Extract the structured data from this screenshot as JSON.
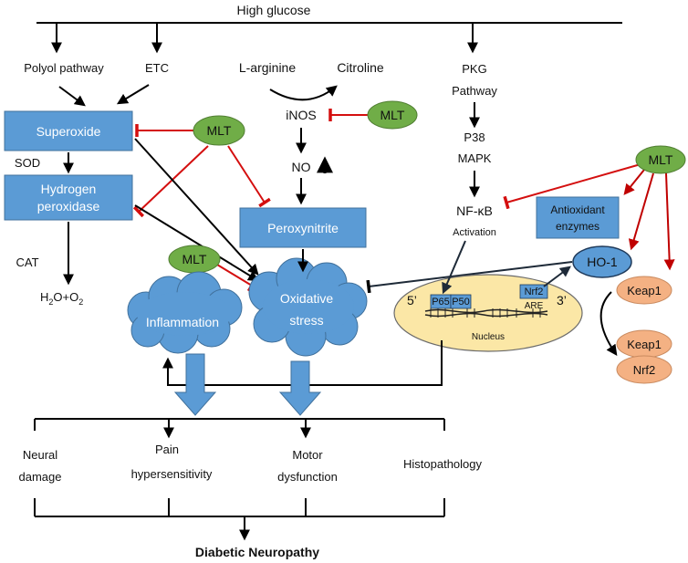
{
  "top": {
    "high_glucose": "High glucose"
  },
  "polyol": {
    "label": "Polyol pathway"
  },
  "etc": {
    "label": "ETC"
  },
  "larginine": {
    "label": "L-arginine"
  },
  "citroline": {
    "label": "Citroline"
  },
  "inos": {
    "label": "iNOS"
  },
  "no": {
    "label": "NO"
  },
  "peroxynitrite": {
    "label": "Peroxynitrite"
  },
  "pkg": {
    "line1": "PKG",
    "line2": "Pathway"
  },
  "p38": {
    "line1": "P38",
    "line2": "MAPK"
  },
  "nfkb": {
    "line1": "NF-κB",
    "line2": "Activation"
  },
  "superoxide": {
    "label": "Superoxide"
  },
  "sod": {
    "label": "SOD"
  },
  "hydrogen": {
    "line1": "Hydrogen",
    "line2": "peroxidase"
  },
  "cat": {
    "label": "CAT"
  },
  "h2o": {
    "main": "H",
    "sub1": "2",
    "mid": "O+O",
    "sub2": "2"
  },
  "mlt": {
    "label": "MLT"
  },
  "antioxidant": {
    "line1": "Antioxidant",
    "line2": "enzymes"
  },
  "ho1": {
    "label": "HO-1"
  },
  "keap1": {
    "label": "Keap1"
  },
  "nrf2": {
    "label": "Nrf2"
  },
  "inflammation": {
    "label": "Inflammation"
  },
  "oxidative": {
    "line1": "Oxidative",
    "line2": "stress"
  },
  "nucleus": {
    "label": "Nucleus",
    "five_prime": "5’",
    "three_prime": "3’",
    "p65": "P65",
    "p50": "P50",
    "nrf2": "Nrf2",
    "are": "ARE"
  },
  "outcomes": {
    "neural": [
      "Neural",
      "damage"
    ],
    "pain": [
      "Pain",
      "hypersensitivity"
    ],
    "motor": [
      "Motor",
      "dysfunction"
    ],
    "histo": "Histopathology"
  },
  "final": {
    "label": "Diabetic Neuropathy"
  },
  "colors": {
    "box_blue": "#5b9bd5",
    "mlt_green": "#70ad47",
    "inhibit_red": "#d40f0f",
    "nucleus_yellow": "#fbe7a6",
    "keap_salmon": "#f4b183"
  }
}
